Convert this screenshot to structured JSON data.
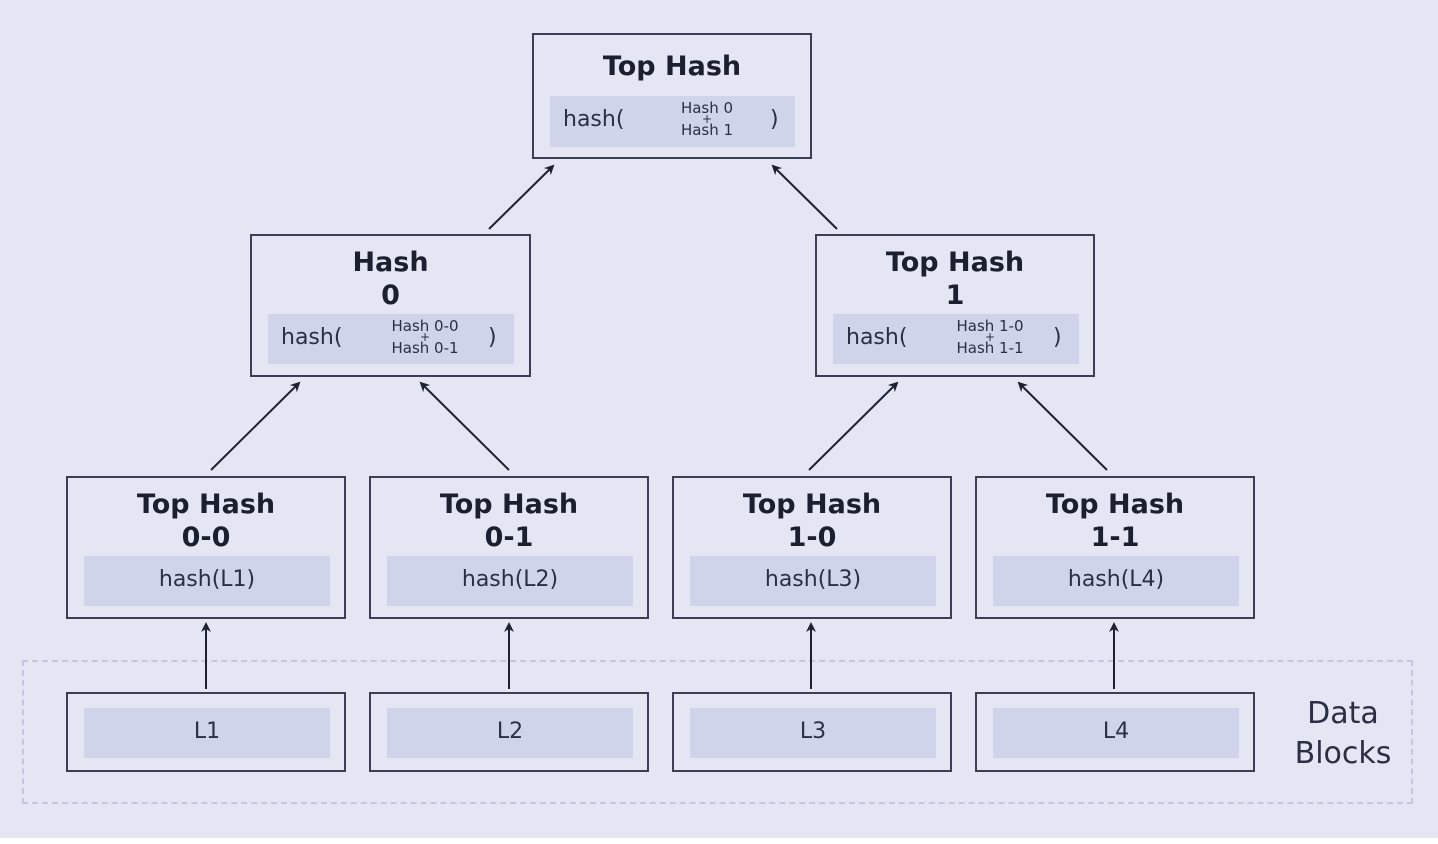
{
  "top": {
    "title": "Top Hash",
    "fn": "hash(",
    "inputs": [
      "Hash 0",
      "+",
      "Hash 1"
    ],
    "close": ")"
  },
  "mid": [
    {
      "title": "Hash\n0",
      "fn": "hash(",
      "inputs": [
        "Hash 0-0",
        "+",
        "Hash 0-1"
      ],
      "close": ")"
    },
    {
      "title": "Top Hash\n1",
      "fn": "hash(",
      "inputs": [
        "Hash 1-0",
        "+",
        "Hash 1-1"
      ],
      "close": ")"
    }
  ],
  "leaves": [
    {
      "title": "Top Hash\n0-0",
      "value": "hash(L1)"
    },
    {
      "title": "Top Hash\n0-1",
      "value": "hash(L2)"
    },
    {
      "title": "Top Hash\n1-0",
      "value": "hash(L3)"
    },
    {
      "title": "Top Hash\n1-1",
      "value": "hash(L4)"
    }
  ],
  "data_blocks": {
    "caption": "Data\nBlocks",
    "items": [
      "L1",
      "L2",
      "L3",
      "L4"
    ]
  },
  "colors": {
    "background": "#e4e7f3",
    "inner_fill": "#cfd4ea",
    "border": "#3a3f55",
    "arrow": "#1d2233"
  }
}
